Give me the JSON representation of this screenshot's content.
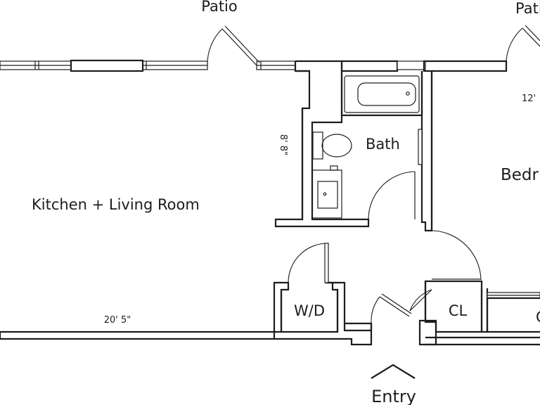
{
  "labels": {
    "patio_left": "Patio",
    "patio_right": "Patio",
    "bath": "Bath",
    "bedroom_partial": "Bedr",
    "kitchen_living": "Kitchen + Living Room",
    "wd": "W/D",
    "cl": "CL",
    "closet_partial": "C",
    "entry": "Entry"
  },
  "dimensions": {
    "bath_depth": "8' 8\"",
    "kitchen_width": "20' 5\"",
    "bedroom_width_partial": "12'"
  }
}
